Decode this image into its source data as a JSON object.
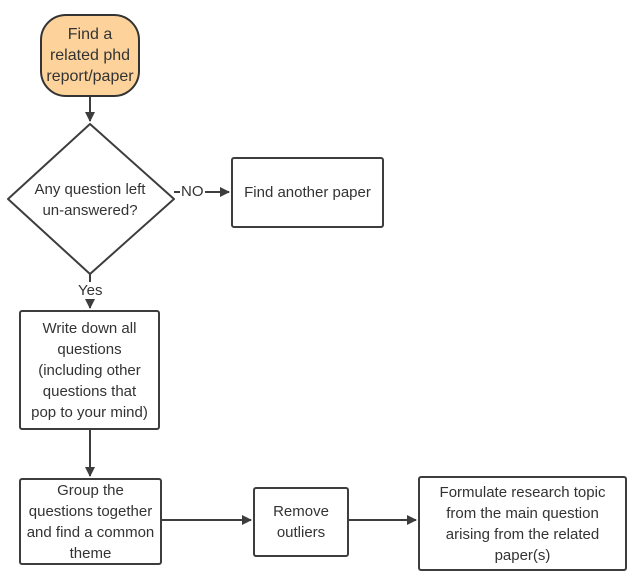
{
  "diagram": {
    "colors": {
      "start_fill": "#fdd39b",
      "stroke": "#3d3d3d",
      "text": "#333333"
    },
    "nodes": {
      "start": "Find a\nrelated phd\nreport/paper",
      "decision": "Any question left\nun-answered?",
      "find_another": "Find another paper",
      "write_down": "Write down all\nquestions\n(including other\nquestions that\npop to your mind)",
      "group": "Group the\nquestions together\nand find a common\ntheme",
      "remove": "Remove\noutliers",
      "formulate": "Formulate research topic\nfrom the main question\narising from the related\npaper(s)"
    },
    "edge_labels": {
      "no": "NO",
      "yes": "Yes"
    }
  }
}
